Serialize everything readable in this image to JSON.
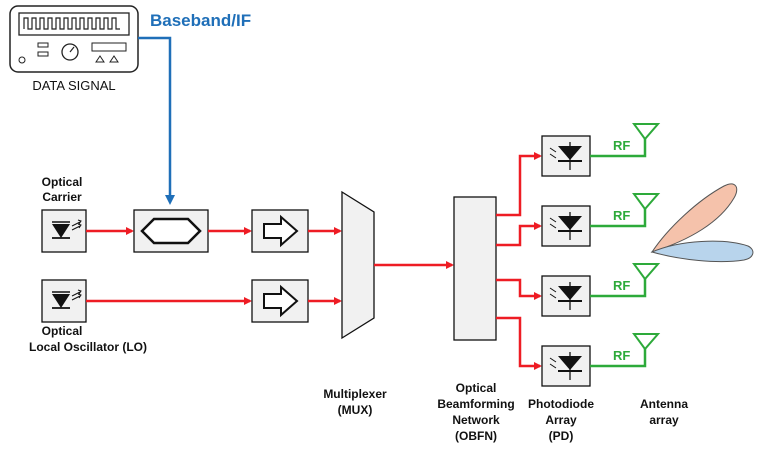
{
  "labels": {
    "baseband": "Baseband/IF",
    "data_signal": "DATA SIGNAL",
    "optical_carrier_1": "Optical",
    "optical_carrier_2": "Carrier",
    "optical_lo_1": "Optical",
    "optical_lo_2": "Local Oscillator (LO)",
    "mux_1": "Multiplexer",
    "mux_2": "(MUX)",
    "obfn_1": "Optical",
    "obfn_2": "Beamforming",
    "obfn_3": "Network",
    "obfn_4": "(OBFN)",
    "pd_1": "Photodiode",
    "pd_2": "Array",
    "pd_3": "(PD)",
    "antenna_1": "Antenna",
    "antenna_2": "array",
    "rf": [
      "RF",
      "RF",
      "RF",
      "RF"
    ]
  },
  "colors": {
    "optical_path": "#ee1c24",
    "rf_path": "#2daa3a",
    "baseband_path": "#1f6fb8",
    "beam_main": "#f5c2ab",
    "beam_side": "#b8d4ec"
  }
}
